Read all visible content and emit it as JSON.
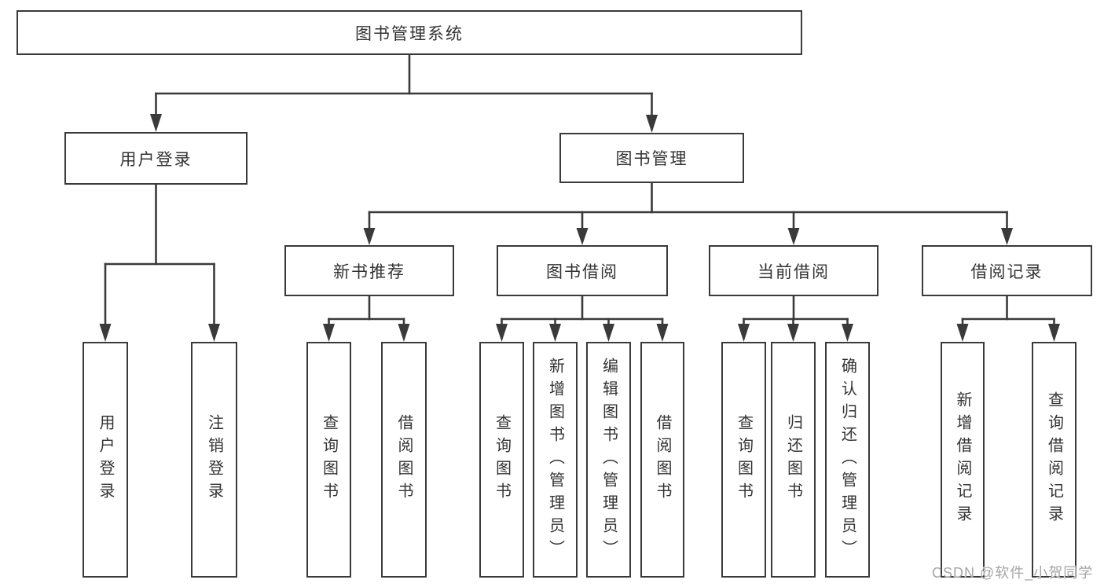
{
  "diagram": {
    "title": "图书管理系统",
    "nodes": {
      "root": "图书管理系统",
      "level2": [
        {
          "label": "用户登录"
        },
        {
          "label": "图书管理"
        }
      ],
      "level3": [
        {
          "label": "新书推荐"
        },
        {
          "label": "图书借阅"
        },
        {
          "label": "当前借阅"
        },
        {
          "label": "借阅记录"
        }
      ],
      "leaves": {
        "user": [
          {
            "label": "用户登录"
          },
          {
            "label": "注销登录"
          }
        ],
        "recommend": [
          {
            "label": "查询图书"
          },
          {
            "label": "借阅图书"
          }
        ],
        "borrow": [
          {
            "label": "查询图书"
          },
          {
            "label": "新增图书（管理员）"
          },
          {
            "label": "编辑图书（管理员）"
          },
          {
            "label": "借阅图书"
          }
        ],
        "current": [
          {
            "label": "查询图书"
          },
          {
            "label": "归还图书"
          },
          {
            "label": "确认归还（管理员）"
          }
        ],
        "record": [
          {
            "label": "新增借阅记录"
          },
          {
            "label": "查询借阅记录"
          }
        ]
      }
    },
    "colors": {
      "line": "#3a3a3a",
      "text": "#333333",
      "background": "#ffffff",
      "watermark": "#a6a6a6"
    }
  },
  "watermark": "CSDN @软件_小贺同学"
}
